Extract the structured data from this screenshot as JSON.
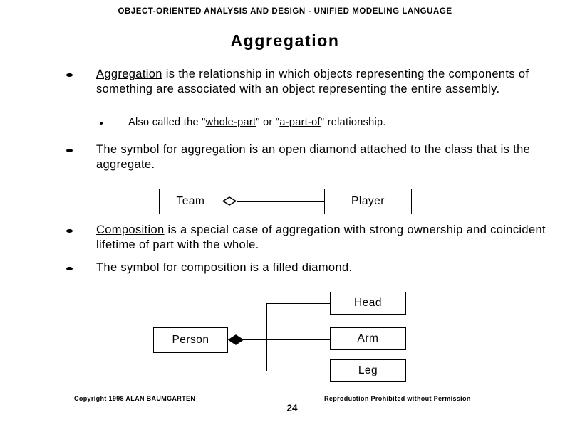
{
  "header": {
    "course_title": "OBJECT-ORIENTED ANALYSIS AND DESIGN - UNIFIED MODELING LANGUAGE"
  },
  "slide": {
    "title": "Aggregation",
    "bullets": [
      {
        "term": "Aggregation",
        "rest": " is the relationship in which objects representing the components of something are associated with an object representing the entire assembly.",
        "subbullets": [
          {
            "prefix": "Also called the \"",
            "term1": "whole-part",
            "middle": "\" or \"",
            "term2": "a-part-of",
            "suffix": "\" relationship."
          }
        ]
      },
      {
        "text": "The symbol for aggregation is an open diamond attached to the class that is the aggregate."
      },
      {
        "term": "Composition",
        "rest": " is a special case of aggregation with strong ownership and coincident lifetime of part with the whole."
      },
      {
        "text": "The symbol for composition is a filled diamond."
      }
    ]
  },
  "aggregation_diagram": {
    "whole_label": "Team",
    "part_label": "Player",
    "symbol": "open-diamond"
  },
  "composition_diagram": {
    "whole_label": "Person",
    "part_labels": [
      "Head",
      "Arm",
      "Leg"
    ],
    "symbol": "filled-diamond"
  },
  "footer": {
    "copyright": "Copyright 1998  ALAN BAUMGARTEN",
    "rights": "Reproduction Prohibited without Permission",
    "page_number": "24"
  },
  "colors": {
    "ink": "#000000",
    "background": "#ffffff"
  }
}
